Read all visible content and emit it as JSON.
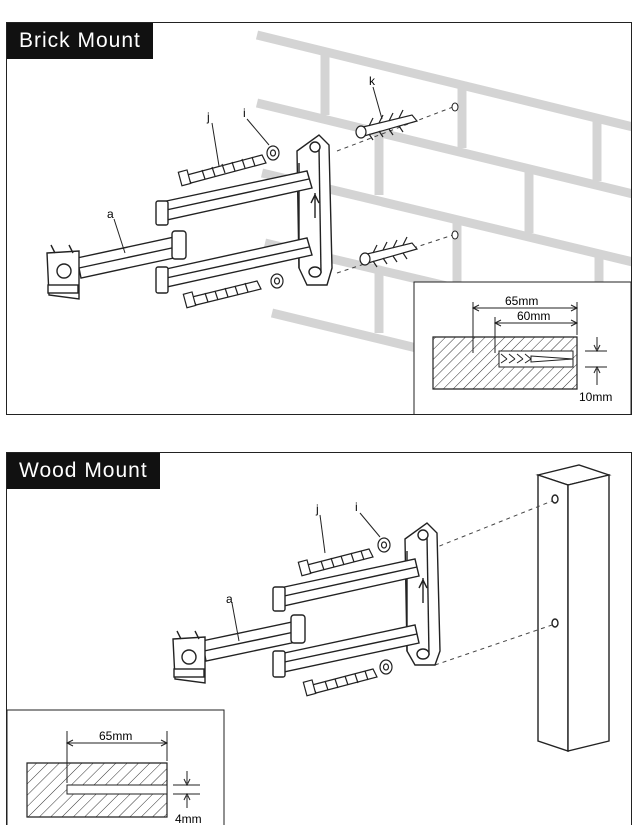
{
  "brick": {
    "title": "Brick Mount",
    "labels": {
      "a": "a",
      "i": "i",
      "j": "j",
      "k": "k"
    },
    "dims": {
      "d1": "65mm",
      "d2": "60mm",
      "d3": "10mm"
    }
  },
  "wood": {
    "title": "Wood Mount",
    "labels": {
      "a": "a",
      "i": "i",
      "j": "j"
    },
    "dims": {
      "d1": "65mm",
      "d2": "4mm"
    }
  },
  "colors": {
    "brick_lines": "#d4d4d4",
    "ink": "#222222",
    "title_bg": "#111111"
  }
}
